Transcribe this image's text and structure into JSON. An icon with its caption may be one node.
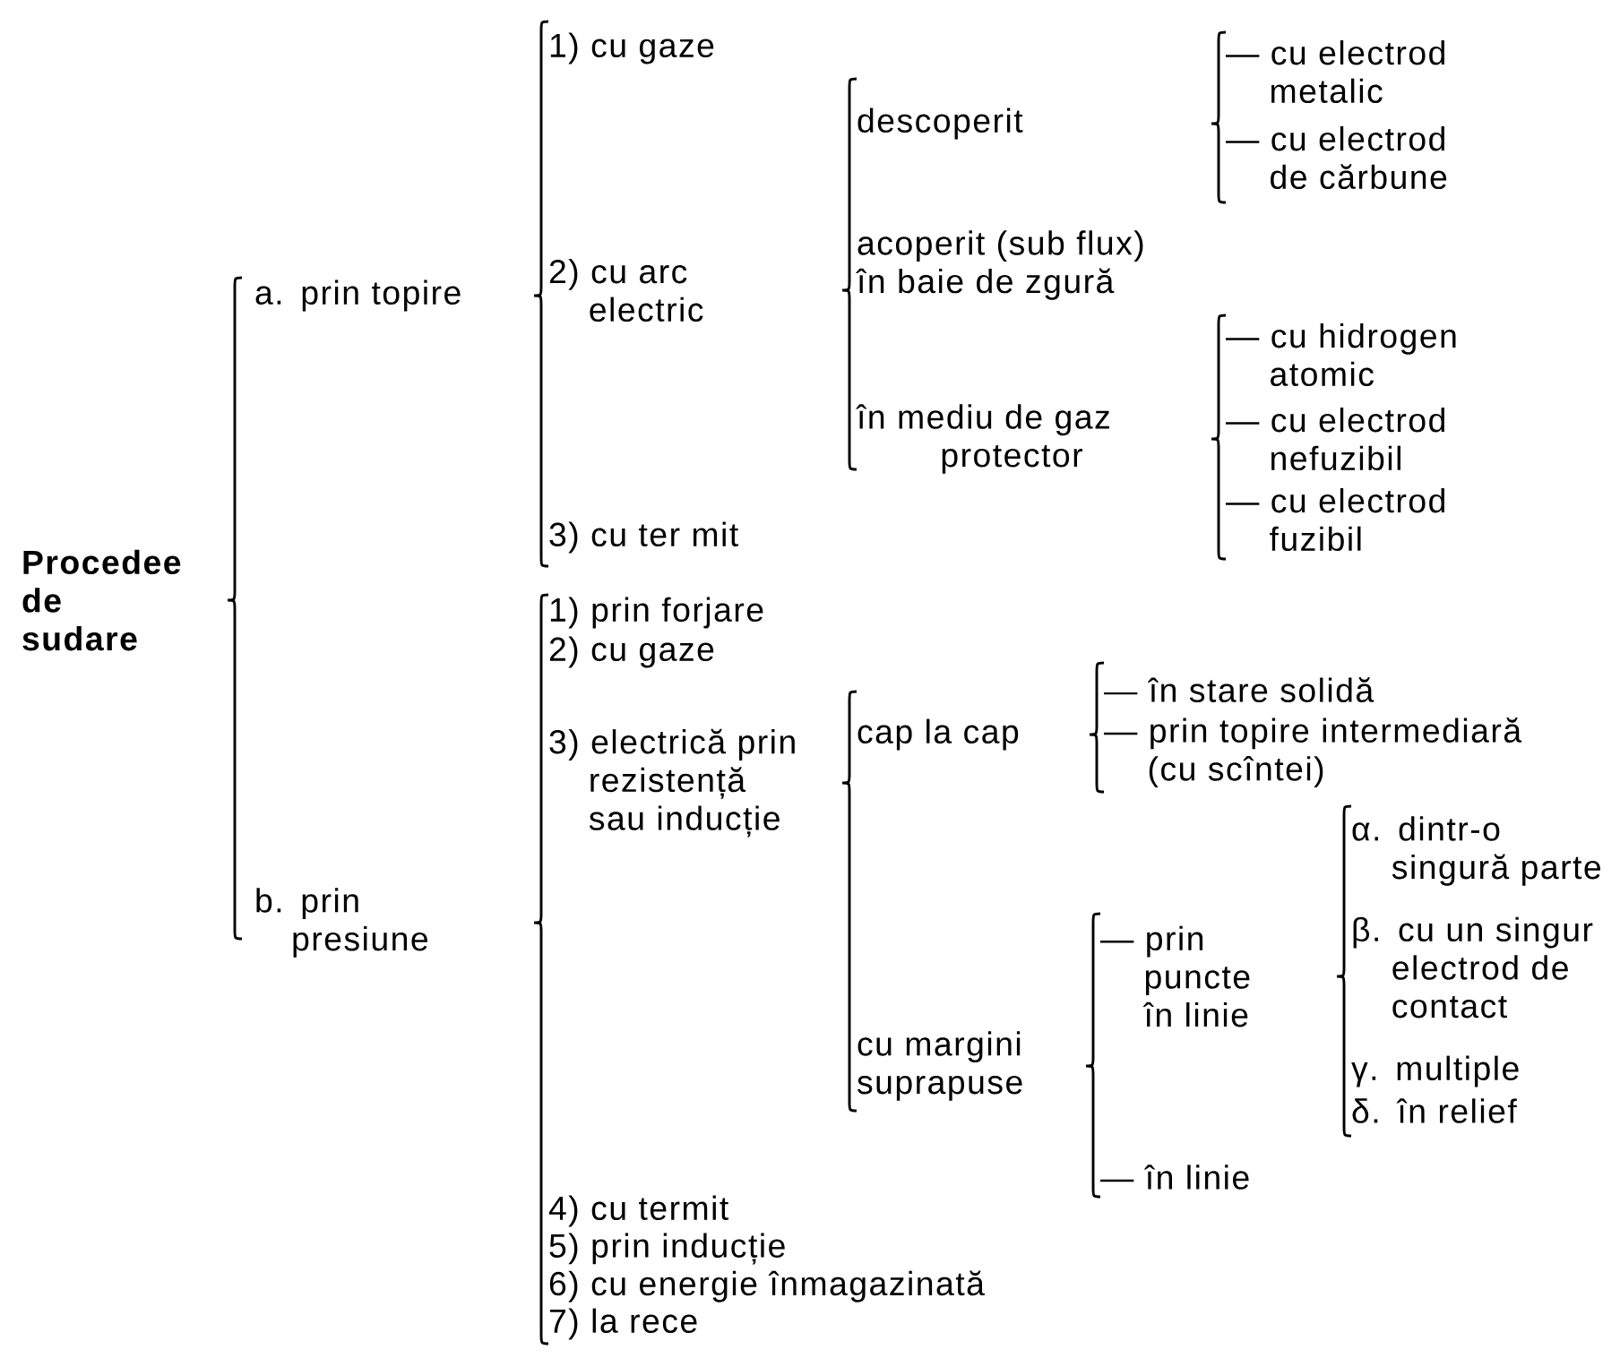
{
  "diagram": {
    "nodes": [
      {
        "text": [
          "Procedee de sudare"
        ]
      },
      {
        "text": [
          "a. prin topire"
        ]
      },
      {
        "text": [
          "b. prin presiune"
        ]
      },
      {
        "text": [
          "1) cu gaze"
        ]
      },
      {
        "text": [
          "2) cu arc electric"
        ]
      },
      {
        "text": [
          "3) cu ter mit"
        ]
      },
      {
        "text": [
          "descoperit"
        ]
      },
      {
        "text": [
          "acoperit (sub flux) în baie de zgură"
        ]
      },
      {
        "text": [
          "în mediu de gaz protector"
        ]
      },
      {
        "text": [
          "— cu electrod metalic"
        ]
      },
      {
        "text": [
          "— cu electrod de cărbune"
        ]
      },
      {
        "text": [
          "— cu hidrogen atomic"
        ]
      },
      {
        "text": [
          "— cu electrod nefuzibil"
        ]
      },
      {
        "text": [
          "— cu electrod fuzibil"
        ]
      },
      {
        "text": [
          "1) prin forjare"
        ]
      },
      {
        "text": [
          "2) cu gaze"
        ]
      },
      {
        "text": [
          "3) electrică prin rezistență sau inducție"
        ]
      },
      {
        "text": [
          "4) cu termit"
        ]
      },
      {
        "text": [
          "5) prin inducție"
        ]
      },
      {
        "text": [
          "6) cu energie înmagazinată"
        ]
      },
      {
        "text": [
          "7) la rece"
        ]
      },
      {
        "text": [
          "cap la cap"
        ]
      },
      {
        "text": [
          "cu margini suprapuse"
        ]
      },
      {
        "text": [
          "— în stare solidă"
        ]
      },
      {
        "text": [
          "— prin topire intermediară (cu scîntei)"
        ]
      },
      {
        "text": [
          "— prin puncte în linie"
        ]
      },
      {
        "text": [
          "— în linie"
        ]
      },
      {
        "text": [
          "α. dintr-o singură parte"
        ]
      },
      {
        "text": [
          "β. cu un singur electrod de contact"
        ]
      },
      {
        "text": [
          "γ. multiple"
        ]
      },
      {
        "text": [
          "δ. în relief"
        ]
      }
    ]
  }
}
